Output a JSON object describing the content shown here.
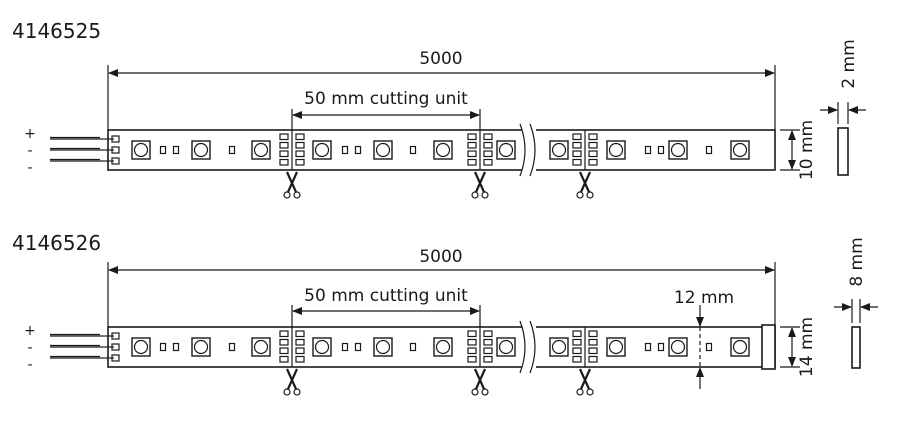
{
  "strips": [
    {
      "code": "4146525",
      "length_label": "5000",
      "cutting_unit_label": "50 mm cutting unit",
      "height_label": "10 mm",
      "thickness_label": "2 mm",
      "end_cap": false
    },
    {
      "code": "4146526",
      "length_label": "5000",
      "cutting_unit_label": "50 mm cutting unit",
      "height_label": "14 mm",
      "thickness_label": "8 mm",
      "extra_label": "12 mm",
      "end_cap": true
    }
  ],
  "wire_labels": [
    "+",
    "-",
    "-"
  ]
}
